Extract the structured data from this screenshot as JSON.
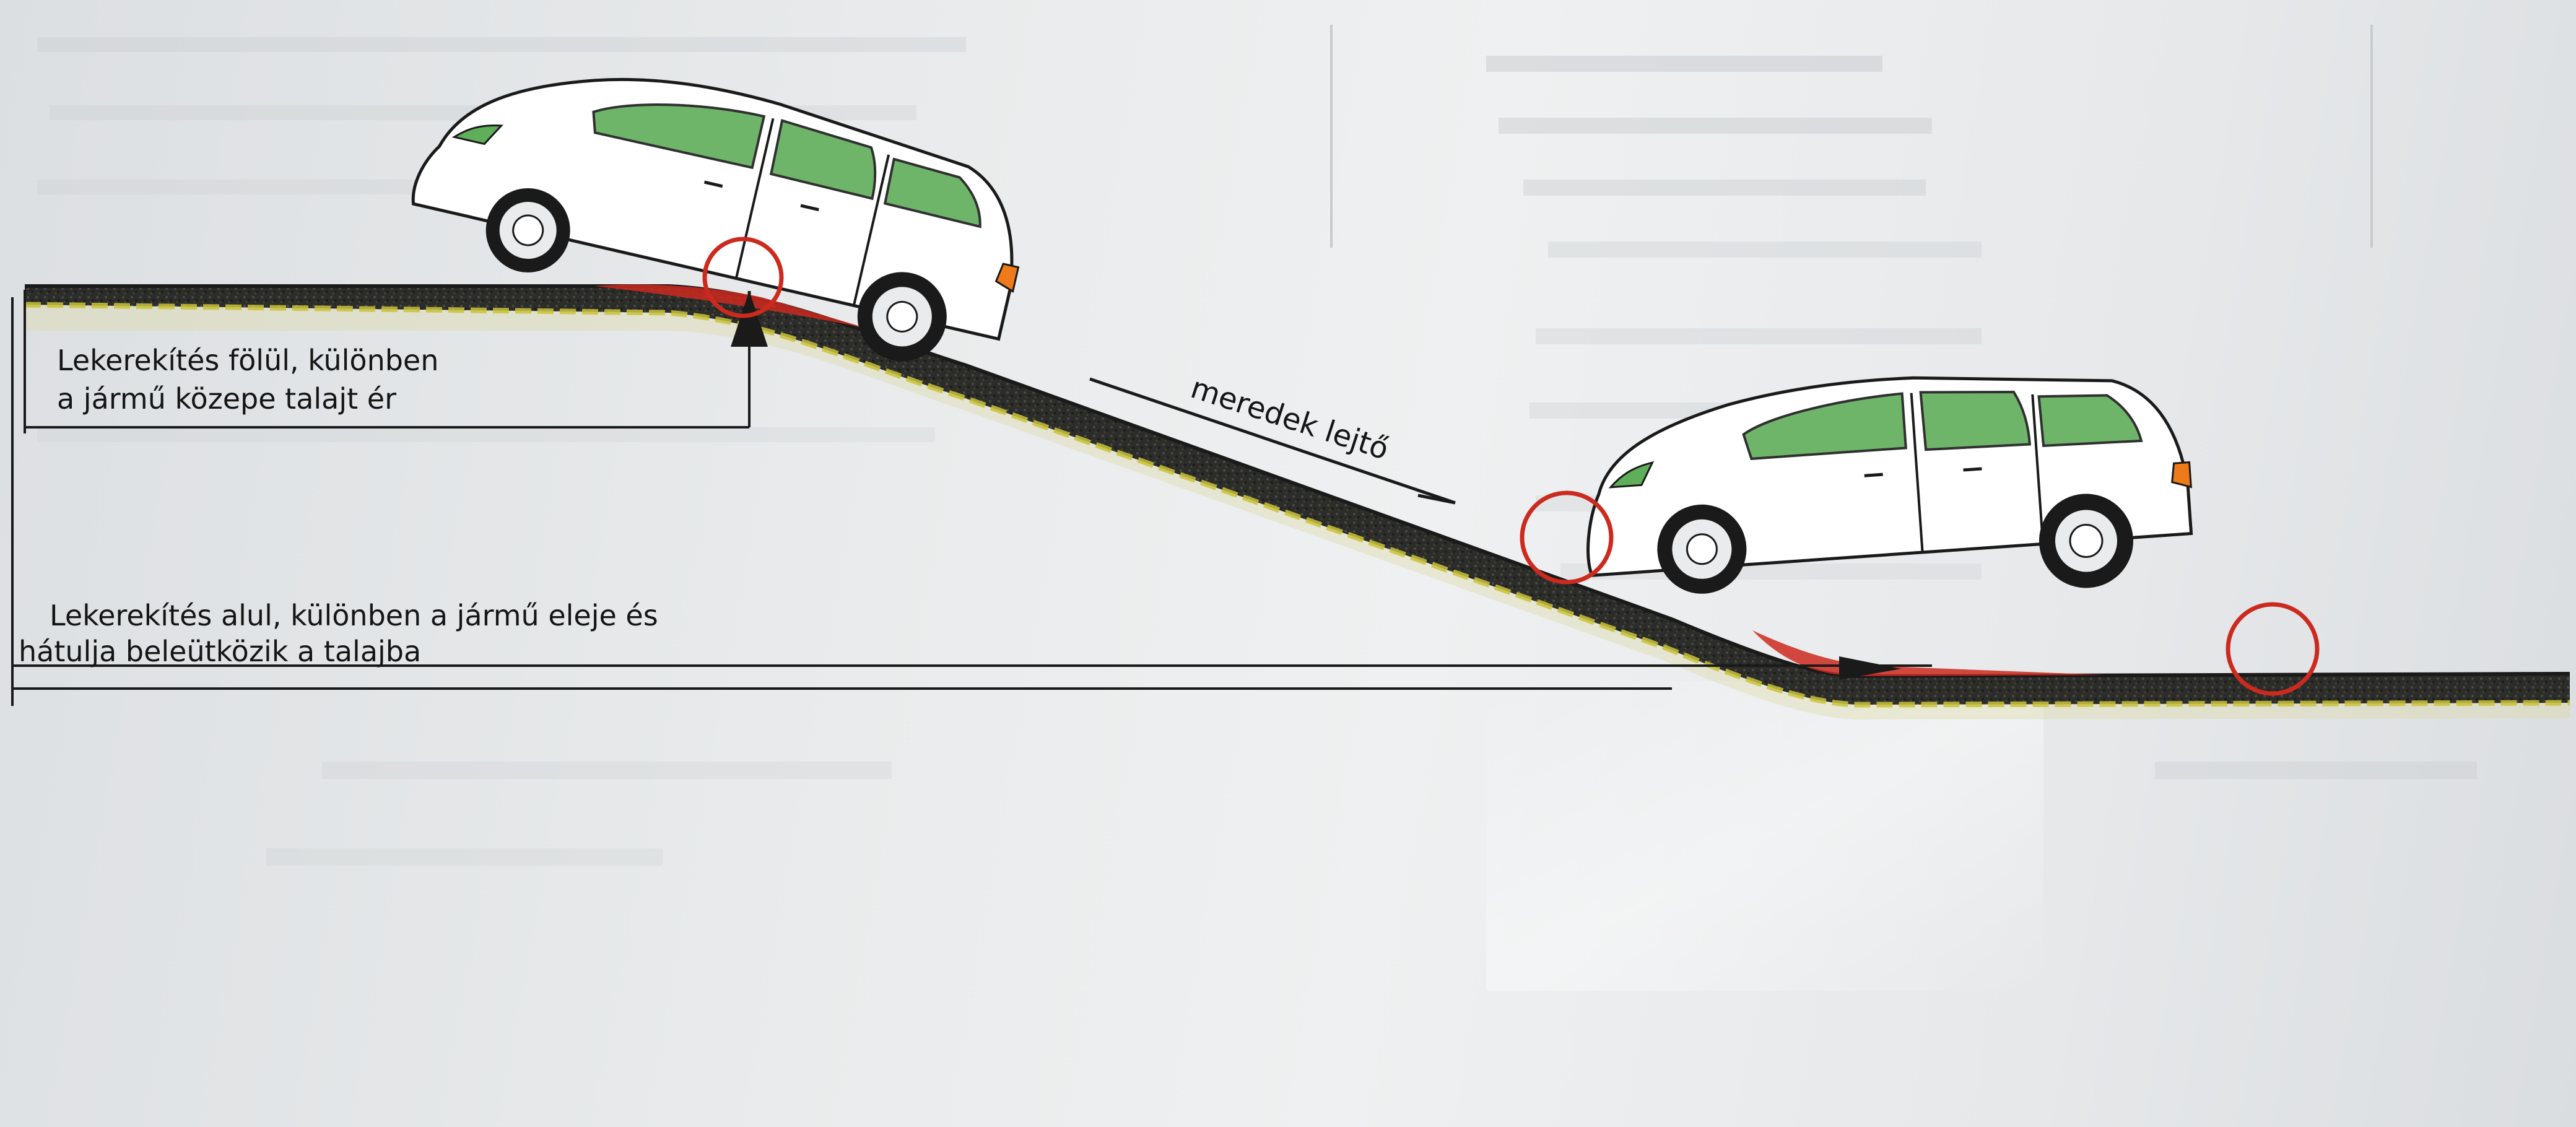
{
  "labels": {
    "top_line1": "Lekerekítés fölül, különben",
    "top_line2": "a jármű közepe talajt ér",
    "slope": "meredek lejtő",
    "bottom_line1": "Lekerekítés alul, különben a jármű eleje és",
    "bottom_line2": "hátulja beleütközik a talajba"
  },
  "colors": {
    "ground": "#2c2c2a",
    "ground_edge": "#c9c23a",
    "highlight_red": "#cc2a1e",
    "window_green": "#5fae5a",
    "indicator_orange": "#ee7a1a",
    "outline": "#1a1a1a"
  }
}
